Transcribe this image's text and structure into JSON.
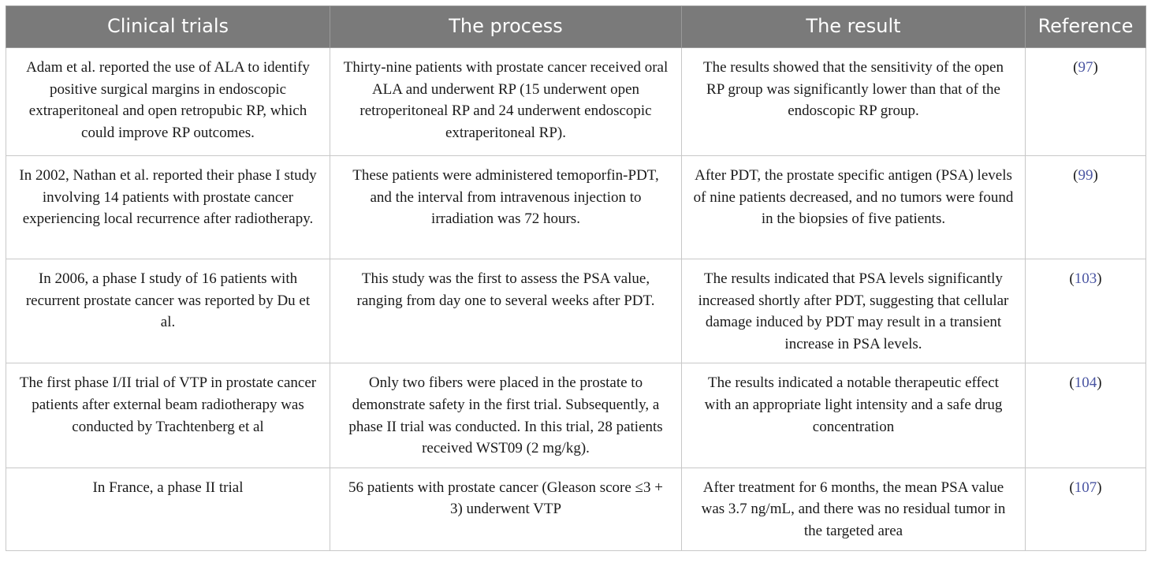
{
  "table": {
    "headers": [
      "Clinical trials",
      "The process",
      "The result",
      "Reference"
    ],
    "rows": [
      {
        "trial": "Adam et al. reported the use of ALA to identify positive surgical margins in endoscopic extraperitoneal and open retropubic RP, which could improve RP outcomes.",
        "process": "Thirty-nine patients with prostate cancer received oral ALA and underwent RP (15 underwent open retroperitoneal RP and 24 underwent endoscopic extraperitoneal RP).",
        "result": "The results showed that the sensitivity of the open RP group was significantly lower than that of the endoscopic RP group.",
        "reference": "97"
      },
      {
        "trial": "In 2002, Nathan et al. reported their phase I study involving 14 patients with prostate cancer experiencing local recurrence after radiotherapy.",
        "process": "These patients were administered temoporfin-PDT, and the interval from intravenous injection to irradiation was 72 hours.",
        "result": "After PDT, the prostate specific antigen (PSA) levels of nine patients decreased, and no tumors were found in the biopsies of five patients.",
        "reference": "99"
      },
      {
        "trial": "In 2006, a phase I study of 16 patients with recurrent prostate cancer was reported by Du et al.",
        "process": "This study was the first to assess the PSA value, ranging from day one to several weeks after PDT.",
        "result": "The results indicated that PSA levels significantly increased shortly after PDT, suggesting that cellular damage induced by PDT may result in a transient increase in PSA levels.",
        "reference": "103"
      },
      {
        "trial": "The first phase I/II trial of VTP in prostate cancer patients after external beam radiotherapy was conducted by Trachtenberg et al",
        "process": "Only two fibers were placed in the prostate to demonstrate safety in the first trial. Subsequently, a phase II trial was conducted. In this trial, 28 patients received WST09 (2 mg/kg).",
        "result": "The results indicated a notable therapeutic effect with an appropriate light intensity and a safe drug concentration",
        "reference": "104"
      },
      {
        "trial": "In France, a phase II trial",
        "process": "56 patients with prostate cancer (Gleason score ≤3 + 3) underwent VTP",
        "result": "After treatment for 6 months, the mean PSA value was 3.7 ng/mL, and there was no residual tumor in the targeted area",
        "reference": "107"
      }
    ]
  }
}
